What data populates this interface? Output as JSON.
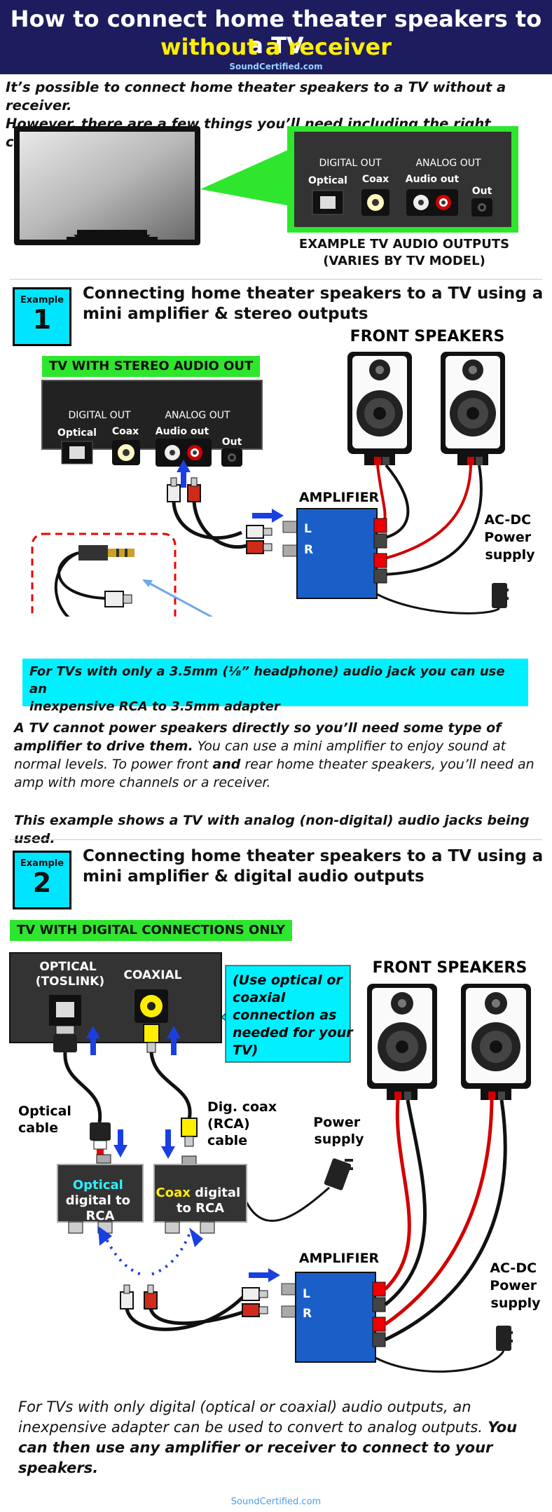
{
  "header": {
    "title_line1": "How to connect home theater speakers to a TV",
    "title_line2": "without a receiver",
    "site": "SoundCertified.com"
  },
  "intro": {
    "line1": "It’s possible to connect home theater speakers to a TV without a receiver.",
    "line2": "However, there are a few things you’ll need including the right connections."
  },
  "tv_outputs": {
    "digital_out": "DIGITAL OUT",
    "analog_out": "ANALOG OUT",
    "optical": "Optical",
    "coax": "Coax",
    "audio_out": "Audio out",
    "out": "Out",
    "caption_line1": "EXAMPLE TV AUDIO OUTPUTS",
    "caption_line2": "(VARIES BY TV MODEL)"
  },
  "example1": {
    "badge_word": "Example",
    "badge_number": "1",
    "title_line1": "Connecting home theater speakers to a TV using a",
    "title_line2": "mini amplifier & stereo outputs",
    "tv_label": "TV WITH STEREO AUDIO OUT",
    "front_speakers": "FRONT SPEAKERS",
    "amplifier": "AMPLIFIER",
    "channel_l": "L",
    "channel_r": "R",
    "power_line1": "AC-DC",
    "power_line2": "Power",
    "power_line3": "supply",
    "adapter_note_line1": "For TVs with only a 3.5mm (⅛” headphone) audio jack you can use an",
    "adapter_note_line2": "inexpensive RCA to 3.5mm adapter",
    "para1_bold": "A TV cannot power speakers directly so you’ll need some type of amplifier to drive them.",
    "para1_rest_a": " You can use a mini amplifier to enjoy sound at normal levels. To power front ",
    "para1_and": "and",
    "para1_rest_b": " rear home theater speakers, you’ll need an amp with more channels or a receiver.",
    "para2": "This example shows a TV with analog (non-digital) audio jacks being used."
  },
  "example2": {
    "badge_word": "Example",
    "badge_number": "2",
    "title_line1": "Connecting home theater speakers to a TV using a",
    "title_line2": "mini amplifier & digital audio outputs",
    "tv_label": "TV WITH DIGITAL CONNECTIONS ONLY",
    "optical_line1": "OPTICAL",
    "optical_line2": "(TOSLINK)",
    "coaxial": "COAXIAL",
    "note_line1": "(Use optical or",
    "note_line2": "coaxial",
    "note_line3": "connection as",
    "note_line4": "needed for your",
    "note_line5": "TV)",
    "front_speakers": "FRONT SPEAKERS",
    "optical_cable_line1": "Optical",
    "optical_cable_line2": "cable",
    "coax_cable_line1": "Dig. coax",
    "coax_cable_line2": "(RCA)",
    "coax_cable_line3": "cable",
    "power_supply_line1": "Power",
    "power_supply_line2": "supply",
    "conv1_word": "Optical",
    "conv1_line2": "digital to",
    "conv1_line3": "RCA",
    "conv2_word": "Coax",
    "conv2_rest": " digital",
    "conv2_line2": "to RCA",
    "amplifier": "AMPLIFIER",
    "channel_l": "L",
    "channel_r": "R",
    "power_line1": "AC-DC",
    "power_line2": "Power",
    "power_line3": "supply",
    "para_regular": "For TVs with only digital (optical or coaxial) audio outputs, an inexpensive adapter can be used to convert to analog outputs.",
    "para_bold": " You can then use any amplifier or receiver to connect to your speakers."
  },
  "footer": "SoundCertified.com",
  "colors": {
    "header_bg": "#1c1c5e",
    "title_accent": "#ffee00",
    "green_label": "#2ee62e",
    "cyan_box": "#00e5ff",
    "amp_blue": "#1a5fc8",
    "wire_red": "#d10000",
    "arrow_blue": "#1a3fe0"
  }
}
